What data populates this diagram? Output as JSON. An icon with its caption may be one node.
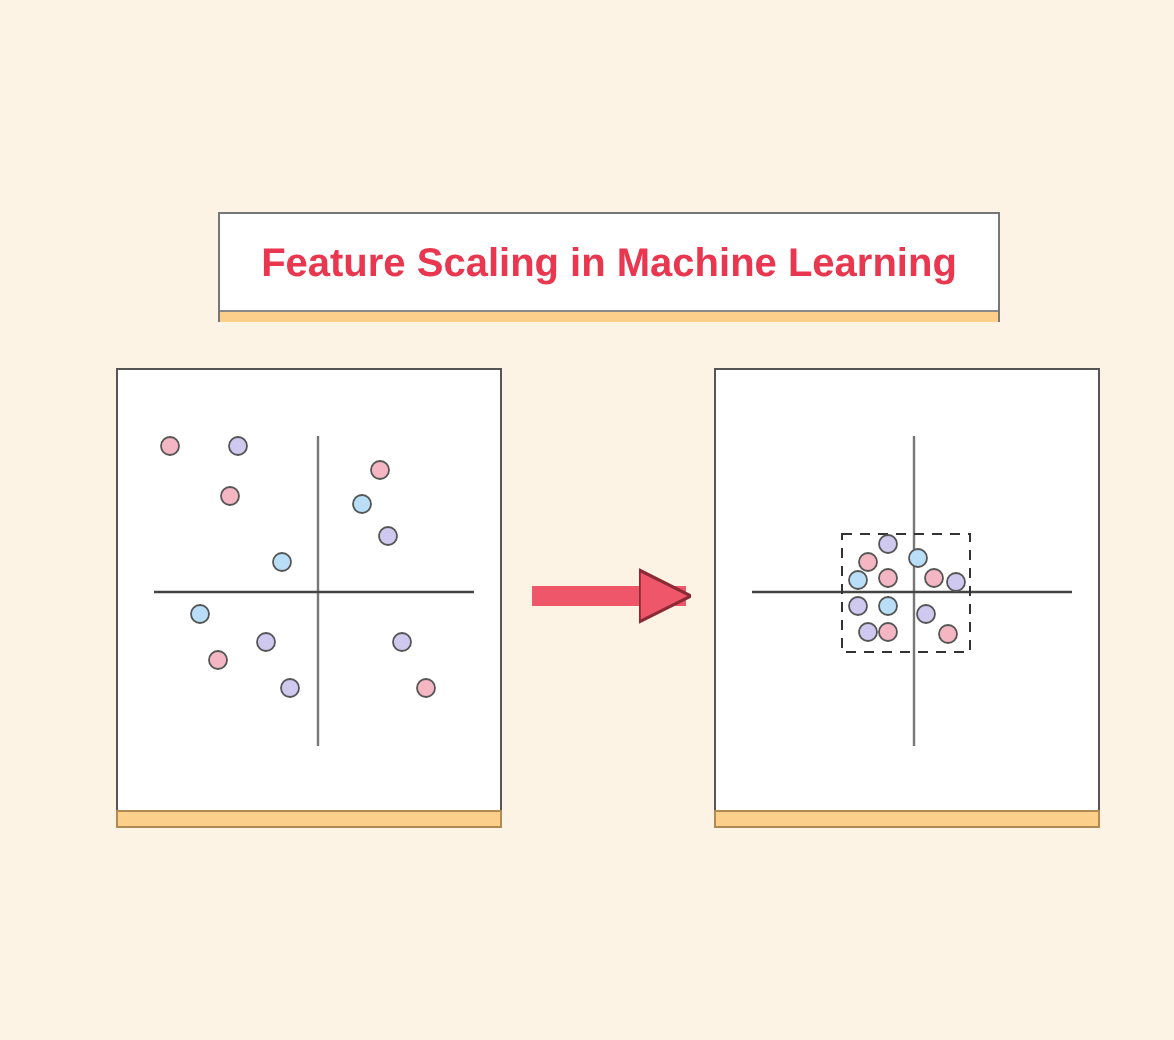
{
  "diagram": {
    "title": "Feature Scaling in Machine Learning",
    "nodes": [
      {
        "text": [],
        "shape": "box"
      },
      {
        "text": [],
        "shape": "box"
      }
    ],
    "edges": [
      {
        "from": 0,
        "to": 1,
        "arrow": "to"
      }
    ]
  }
}
